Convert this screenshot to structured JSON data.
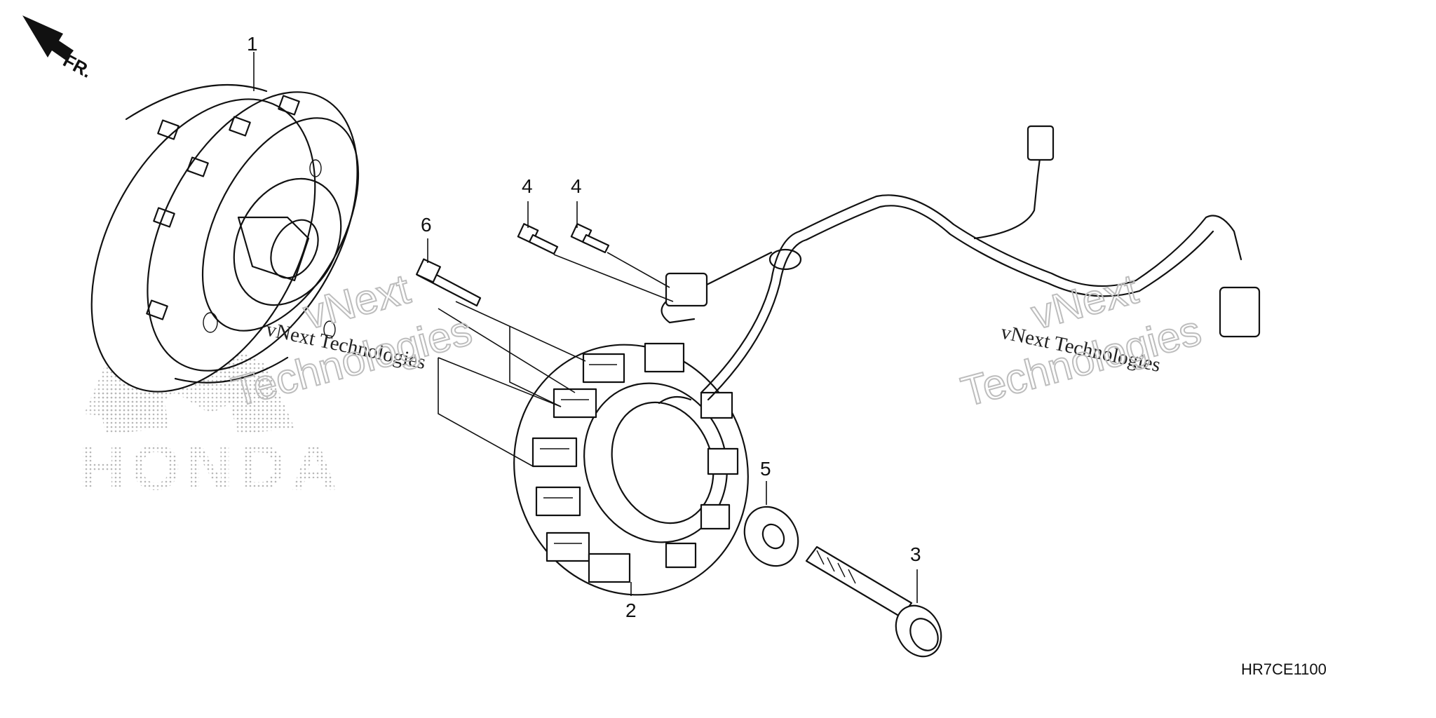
{
  "diagram": {
    "direction_label": "FR.",
    "callouts": {
      "flywheel": "1",
      "stator": "2",
      "flange_bolt": "3",
      "bolt_a": "4",
      "bolt_b": "4",
      "washer": "5",
      "stator_bolt": "6"
    },
    "watermarks": {
      "small_left": "vNext Technologies",
      "small_right": "vNext Technologies",
      "big_left_line1": "vNext",
      "big_left_line2": "Technologies",
      "big_right_line1": "vNext",
      "big_right_line2": "Technologies",
      "brand_logo": "HONDA"
    },
    "diagram_code": "HR7CE1100"
  }
}
